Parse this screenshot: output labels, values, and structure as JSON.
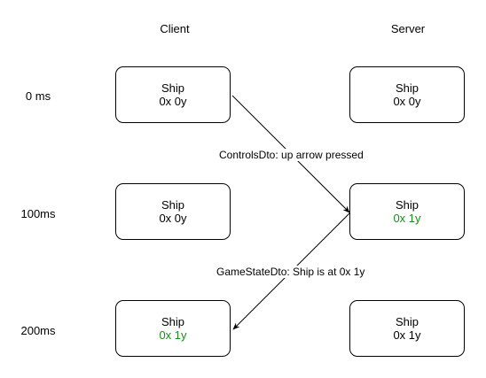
{
  "columns": {
    "client": "Client",
    "server": "Server"
  },
  "rows": [
    {
      "time": "0 ms",
      "client": {
        "title": "Ship",
        "pos": "0x 0y",
        "changed": false
      },
      "server": {
        "title": "Ship",
        "pos": "0x 0y",
        "changed": false
      }
    },
    {
      "time": "100ms",
      "client": {
        "title": "Ship",
        "pos": "0x 0y",
        "changed": false
      },
      "server": {
        "title": "Ship",
        "pos": "0x 1y",
        "changed": true
      }
    },
    {
      "time": "200ms",
      "client": {
        "title": "Ship",
        "pos": "0x 1y",
        "changed": true
      },
      "server": {
        "title": "Ship",
        "pos": "0x 1y",
        "changed": false
      }
    }
  ],
  "messages": {
    "controls": "ControlsDto: up arrow pressed",
    "gamestate": "GameStateDto: Ship is at 0x 1y"
  },
  "colors": {
    "changed": "#1a8a1a",
    "stroke": "#000000"
  }
}
